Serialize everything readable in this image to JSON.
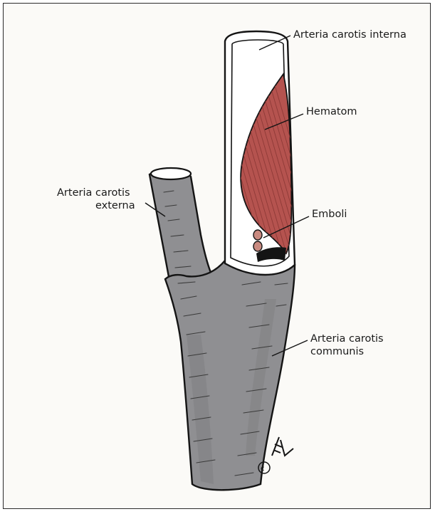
{
  "figure": {
    "labels": {
      "interna": "Arteria carotis interna",
      "hematom": "Hematom",
      "externa_line1": "Arteria carotis",
      "externa_line2": "externa",
      "emboli": "Emboli",
      "communis_line1": "Arteria carotis",
      "communis_line2": "communis"
    },
    "signature": "© EL",
    "colors": {
      "vessel_wall": "#8f8f92",
      "vessel_shadow": "#7a7a7d",
      "hematoma": "#b5534f",
      "lumen": "#ffffff",
      "outline": "#141414",
      "background": "#fbfaf7"
    }
  }
}
